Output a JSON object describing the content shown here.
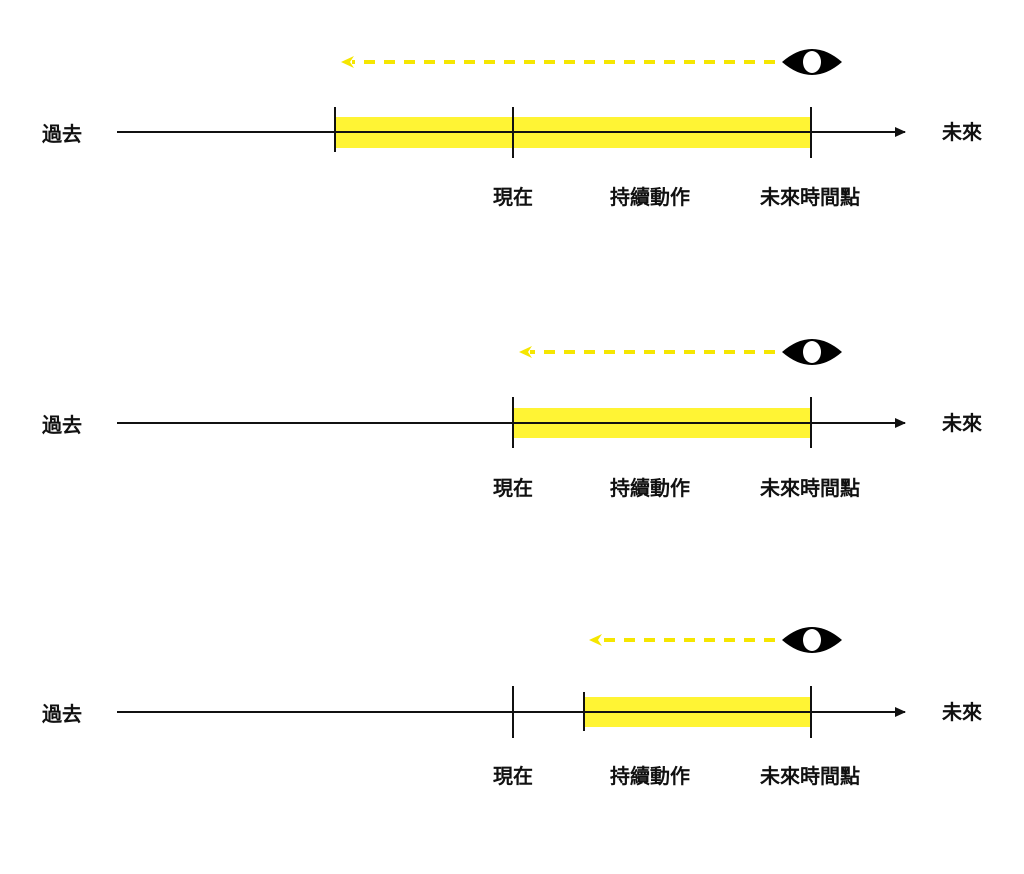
{
  "labels": {
    "past": "過去",
    "future": "未來",
    "now": "現在",
    "ongoing": "持續動作",
    "future_point": "未來時間點"
  },
  "colors": {
    "highlight": "#FFF434",
    "arrow": "#F5E600",
    "line": "#111111"
  },
  "icons": {
    "observer": "eye-icon"
  },
  "timelines": [
    {
      "id": "timeline-1",
      "action_start": "before-now",
      "action_end": "future-point",
      "observer": "future-point",
      "look_back_to": "action-start"
    },
    {
      "id": "timeline-2",
      "action_start": "now",
      "action_end": "future-point",
      "observer": "future-point",
      "look_back_to": "now"
    },
    {
      "id": "timeline-3",
      "action_start": "after-now",
      "action_end": "future-point",
      "observer": "future-point",
      "look_back_to": "action-start"
    }
  ]
}
